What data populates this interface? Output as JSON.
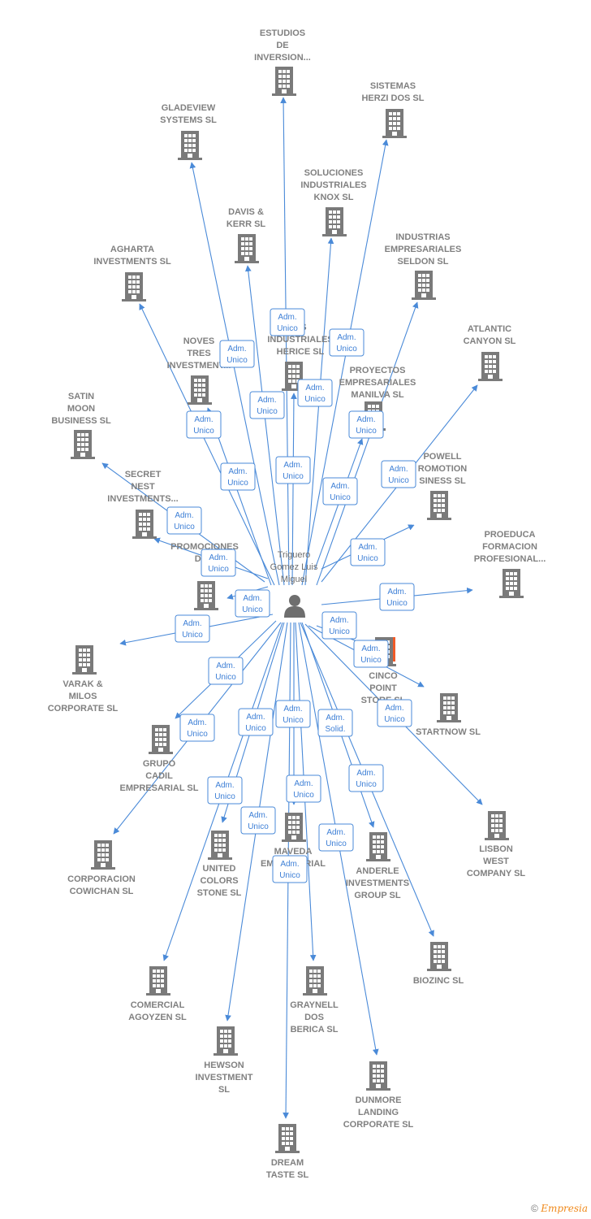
{
  "person": {
    "name_lines": [
      "Triguero",
      "Gomez Luis",
      "Miguel"
    ],
    "icon": "person-icon"
  },
  "colors": {
    "edge": "#4a8ad8",
    "node": "#7a7a7a",
    "badge_text": "#3d7fd6",
    "highlight": "#f05a28",
    "brand": "#f08a1c"
  },
  "companies": [
    {
      "id": "estudios",
      "lines": [
        "ESTUDIOS",
        "DE",
        "INVERSION..."
      ],
      "role": [
        "Adm.",
        "Unico"
      ]
    },
    {
      "id": "sistemas",
      "lines": [
        "SISTEMAS",
        "HERZI DOS SL"
      ],
      "role": [
        "Adm.",
        "Unico"
      ]
    },
    {
      "id": "gladeview",
      "lines": [
        "GLADEVIEW",
        "SYSTEMS  SL"
      ],
      "role": [
        "Adm.",
        "Unico"
      ]
    },
    {
      "id": "soluciones",
      "lines": [
        "SOLUCIONES",
        "INDUSTRIALES",
        "KNOX SL"
      ],
      "role": [
        "Adm.",
        "Unico"
      ]
    },
    {
      "id": "davis",
      "lines": [
        "DAVIS &",
        "KERR SL"
      ],
      "role": [
        "Adm.",
        "Unico"
      ]
    },
    {
      "id": "industrias",
      "lines": [
        "INDUSTRIAS",
        "EMPRESARIALES",
        "SELDON SL"
      ],
      "role": [
        "Adm.",
        "Unico"
      ]
    },
    {
      "id": "agharta",
      "lines": [
        "AGHARTA",
        "INVESTMENTS SL"
      ],
      "role": [
        "Adm.",
        "Unico"
      ]
    },
    {
      "id": "atlantic",
      "lines": [
        "ATLANTIC",
        "CANYON SL"
      ],
      "role": [
        "Adm.",
        "Unico"
      ]
    },
    {
      "id": "noves",
      "lines": [
        "NOVES",
        "TRES",
        "INVESTMENT..."
      ],
      "role": [
        "Adm.",
        "Unico"
      ]
    },
    {
      "id": "herice",
      "lines": [
        "AS",
        "INDUSTRIALES",
        "HERICE  SL"
      ],
      "role": [
        "Adm.",
        "Unico"
      ]
    },
    {
      "id": "proyectos",
      "lines": [
        "PROYECTOS",
        "EMPRESARIALES",
        "MANILVA SL"
      ],
      "role": [
        "Adm.",
        "Unico"
      ]
    },
    {
      "id": "satin",
      "lines": [
        "SATIN",
        "MOON",
        "BUSINESS SL"
      ],
      "role": [
        "Adm.",
        "Unico"
      ]
    },
    {
      "id": "powell",
      "lines": [
        "POWELL",
        "ROMOTION",
        "SINESS  SL"
      ],
      "role": [
        "Adm.",
        "Unico"
      ]
    },
    {
      "id": "secret",
      "lines": [
        "SECRET",
        "NEST",
        "INVESTMENTS..."
      ],
      "role": [
        "Adm.",
        "Unico"
      ]
    },
    {
      "id": "promociones",
      "lines": [
        "PROMOCIONES",
        "DOD",
        "III"
      ],
      "role": [
        "Adm.",
        "Unico"
      ]
    },
    {
      "id": "proeduca",
      "lines": [
        "PROEDUCA",
        "FORMACION",
        "PROFESIONAL..."
      ],
      "role": [
        "Adm.",
        "Unico"
      ]
    },
    {
      "id": "varak",
      "lines": [
        "VARAK &",
        "MILOS",
        "CORPORATE SL"
      ],
      "role": [
        "Adm.",
        "Unico"
      ]
    },
    {
      "id": "cinco",
      "lines": [
        "CINCO",
        "POINT",
        "STORE  SL"
      ],
      "role": [
        "Adm.",
        "Unico"
      ]
    },
    {
      "id": "startnow",
      "lines": [
        "STARTNOW SL"
      ],
      "role": [
        "Adm.",
        "Unico"
      ]
    },
    {
      "id": "cadil",
      "lines": [
        "GRUPO",
        "CADIL",
        "EMPRESARIAL SL"
      ],
      "role": [
        "Adm.",
        "Unico"
      ]
    },
    {
      "id": "lisbon",
      "lines": [
        "LISBON",
        "WEST",
        "COMPANY  SL"
      ],
      "role": [
        "Adm.",
        "Unico"
      ]
    },
    {
      "id": "cowichan",
      "lines": [
        "CORPORACION",
        "COWICHAN SL"
      ],
      "role": [
        "Adm.",
        "Unico"
      ]
    },
    {
      "id": "united",
      "lines": [
        "UNITED",
        "COLORS",
        "STONE SL"
      ],
      "role": [
        "Adm.",
        "Unico"
      ]
    },
    {
      "id": "maveda",
      "lines": [
        "MAVEDA",
        "EMPRESARIAL"
      ],
      "role": [
        "Adm.",
        "Unico"
      ]
    },
    {
      "id": "anderle",
      "lines": [
        "ANDERLE",
        "INVESTMENTS",
        "GROUP SL"
      ],
      "role": [
        "Adm.",
        "Solid."
      ]
    },
    {
      "id": "biozinc",
      "lines": [
        "BIOZINC SL"
      ],
      "role": [
        "Adm.",
        "Unico"
      ]
    },
    {
      "id": "agoyzen",
      "lines": [
        "COMERCIAL",
        "AGOYZEN SL"
      ],
      "role": [
        "Adm.",
        "Unico"
      ]
    },
    {
      "id": "graynell",
      "lines": [
        "GRAYNELL",
        "DOS",
        "BERICA  SL"
      ],
      "role": [
        "Adm.",
        "Unico"
      ]
    },
    {
      "id": "hewson",
      "lines": [
        "HEWSON",
        "INVESTMENT",
        "SL"
      ],
      "role": [
        "Adm.",
        "Unico"
      ]
    },
    {
      "id": "dunmore",
      "lines": [
        "DUNMORE",
        "LANDING",
        "CORPORATE SL"
      ],
      "role": [
        "Adm.",
        "Unico"
      ]
    },
    {
      "id": "dream",
      "lines": [
        "DREAM",
        "TASTE SL"
      ],
      "role": [
        "Adm.",
        "Unico"
      ]
    }
  ],
  "footer": {
    "copyright": "©",
    "brand": "Empresia"
  }
}
